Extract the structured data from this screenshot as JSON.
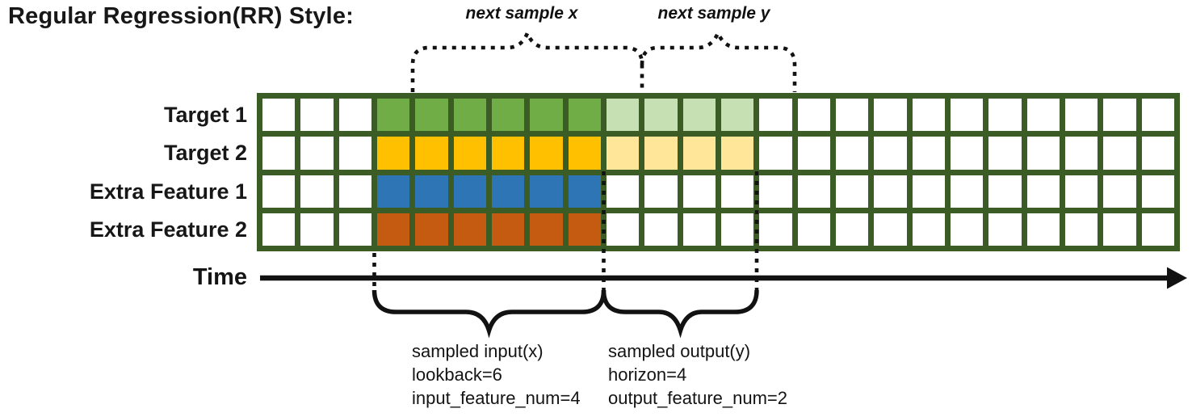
{
  "title": "Regular Regression(RR) Style:",
  "top_annotations": {
    "next_sample_x": "next sample x",
    "next_sample_y": "next sample y"
  },
  "rows": [
    {
      "label": "Target 1",
      "dark_color": "#70ad47",
      "light_color": "#c6e0b4"
    },
    {
      "label": "Target 2",
      "dark_color": "#ffc000",
      "light_color": "#ffe699"
    },
    {
      "label": "Extra Feature 1",
      "dark_color": "#2e75b6",
      "light_color": null
    },
    {
      "label": "Extra Feature 2",
      "dark_color": "#c55a11",
      "light_color": null
    }
  ],
  "grid": {
    "total_columns": 24,
    "leading_blank_columns": 3,
    "input_columns": 6,
    "output_columns": 4,
    "line_color": "#3c5c26",
    "blank_cell_color": "#ffffff"
  },
  "time_axis": {
    "label": "Time"
  },
  "bottom_annotations": {
    "input": [
      "sampled input(x)",
      "lookback=6",
      "input_feature_num=4"
    ],
    "output": [
      "sampled output(y)",
      "horizon=4",
      "output_feature_num=2"
    ]
  }
}
